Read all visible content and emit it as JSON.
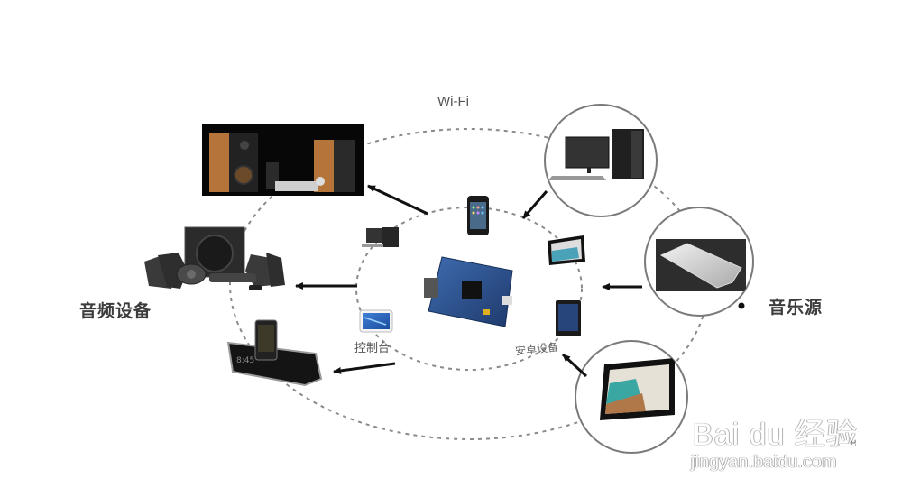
{
  "diagram": {
    "title": "Wi-Fi",
    "network_label": "Wi-Fi",
    "center_node": {
      "name": "development-board",
      "description": "embedded control board (blue PCB)"
    },
    "groups": {
      "audio_devices": {
        "label": "音频设备",
        "items": [
          {
            "name": "bookshelf-speakers-hifi",
            "description": "wooden bookshelf speakers with mini hi-fi"
          },
          {
            "name": "surround-speaker-system",
            "description": "5.1 speaker set with subwoofer"
          },
          {
            "name": "iphone-dock-speaker",
            "description": "docking speaker with phone"
          }
        ]
      },
      "music_sources": {
        "label": "音乐源",
        "items": [
          {
            "name": "desktop-pc",
            "description": "desktop computer"
          },
          {
            "name": "smartphone",
            "description": "white smartphone"
          },
          {
            "name": "tablet",
            "description": "tablet showing beach photo"
          }
        ]
      },
      "controllers": {
        "console_label": "控制台",
        "android_label": "安卓设备",
        "items": [
          {
            "name": "mini-pc",
            "description": "small desktop"
          },
          {
            "name": "iphone",
            "description": "iPhone"
          },
          {
            "name": "tablet-small",
            "description": "tablet"
          },
          {
            "name": "console-screen",
            "description": "blue touch panel"
          },
          {
            "name": "android-tablet",
            "description": "android tablet"
          }
        ]
      }
    },
    "connections": [
      {
        "from": "inner-ring",
        "to": "bookshelf-speakers-hifi",
        "type": "arrow"
      },
      {
        "from": "inner-ring",
        "to": "surround-speaker-system",
        "type": "arrow"
      },
      {
        "from": "inner-ring",
        "to": "iphone-dock-speaker",
        "type": "arrow"
      },
      {
        "from": "desktop-pc",
        "to": "inner-ring",
        "type": "arrow"
      },
      {
        "from": "smartphone",
        "to": "inner-ring",
        "type": "arrow"
      },
      {
        "from": "tablet",
        "to": "inner-ring",
        "type": "arrow"
      }
    ]
  },
  "watermark": {
    "brand": "Bai du 经验",
    "url": "jingyan.baidu.com",
    "mark": "↵"
  },
  "colors": {
    "background": "#ffffff",
    "dashed_line": "#8a8a8a",
    "arrow": "#111111",
    "circle": "#7a7a7a",
    "pcb": "#2c4f8a",
    "wood": "#b5743a"
  }
}
